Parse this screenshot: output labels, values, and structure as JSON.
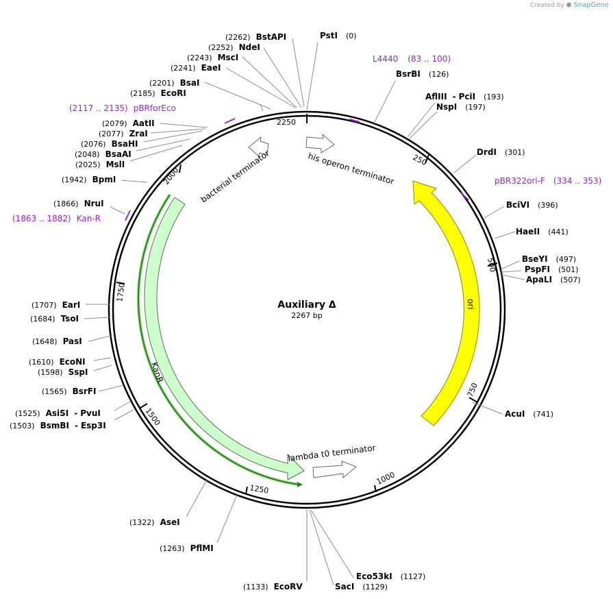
{
  "plasmid": {
    "name": "Auxiliary Δ",
    "length_label": "2267 bp",
    "length": 2267
  },
  "credit": {
    "prefix": "Created by",
    "brand": "SnapGene"
  },
  "ticks": [
    "250",
    "500",
    "750",
    "1000",
    "1250",
    "1500",
    "1750",
    "2000",
    "2250"
  ],
  "sites": [
    {
      "name": "PstI",
      "pos": "(0)",
      "bp": 0
    },
    {
      "name": "BsrBI",
      "pos": "(126)",
      "bp": 126
    },
    {
      "name": "AflIII",
      "extra": "PciI",
      "pos": "(193)",
      "bp": 193
    },
    {
      "name": "NspI",
      "pos": "(197)",
      "bp": 197
    },
    {
      "name": "DrdI",
      "pos": "(301)",
      "bp": 301
    },
    {
      "name": "BciVI",
      "pos": "(396)",
      "bp": 396
    },
    {
      "name": "HaeII",
      "pos": "(441)",
      "bp": 441
    },
    {
      "name": "BseYI",
      "pos": "(497)",
      "bp": 497
    },
    {
      "name": "PspFI",
      "pos": "(501)",
      "bp": 501
    },
    {
      "name": "ApaLI",
      "pos": "(507)",
      "bp": 507
    },
    {
      "name": "AcuI",
      "pos": "(741)",
      "bp": 741
    },
    {
      "name": "Eco53kI",
      "pos": "(1127)",
      "bp": 1127
    },
    {
      "name": "SacI",
      "pos": "(1129)",
      "bp": 1129
    },
    {
      "name": "EcoRV",
      "pos": "(1133)",
      "bp": 1133
    },
    {
      "name": "PflMI",
      "pos": "(1263)",
      "bp": 1263
    },
    {
      "name": "AseI",
      "pos": "(1322)",
      "bp": 1322
    },
    {
      "name": "BsmBI",
      "extra": "Esp3I",
      "pos": "(1503)",
      "bp": 1503
    },
    {
      "name": "AsiSI",
      "extra": "PvuI",
      "pos": "(1525)",
      "bp": 1525
    },
    {
      "name": "BsrFI",
      "pos": "(1565)",
      "bp": 1565
    },
    {
      "name": "SspI",
      "pos": "(1598)",
      "bp": 1598
    },
    {
      "name": "EcoNI",
      "pos": "(1610)",
      "bp": 1610
    },
    {
      "name": "PasI",
      "pos": "(1648)",
      "bp": 1648
    },
    {
      "name": "TsoI",
      "pos": "(1684)",
      "bp": 1684
    },
    {
      "name": "EarI",
      "pos": "(1707)",
      "bp": 1707
    },
    {
      "name": "NruI",
      "pos": "(1866)",
      "bp": 1866
    },
    {
      "name": "BpmI",
      "pos": "(1942)",
      "bp": 1942
    },
    {
      "name": "MslI",
      "pos": "(2025)",
      "bp": 2025
    },
    {
      "name": "BsaAI",
      "pos": "(2048)",
      "bp": 2048
    },
    {
      "name": "BsaHI",
      "pos": "(2076)",
      "bp": 2076
    },
    {
      "name": "ZraI",
      "pos": "(2077)",
      "bp": 2077
    },
    {
      "name": "AatII",
      "pos": "(2079)",
      "bp": 2079
    },
    {
      "name": "EcoRI",
      "pos": "(2185)",
      "bp": 2185
    },
    {
      "name": "BsaI",
      "pos": "(2201)",
      "bp": 2201
    },
    {
      "name": "EaeI",
      "pos": "(2241)",
      "bp": 2241
    },
    {
      "name": "MscI",
      "pos": "(2243)",
      "bp": 2243
    },
    {
      "name": "NdeI",
      "pos": "(2252)",
      "bp": 2252
    },
    {
      "name": "BstAPI",
      "pos": "(2262)",
      "bp": 2262
    }
  ],
  "primers": [
    {
      "name": "L4440",
      "range": "(83 .. 100)",
      "start": 83,
      "end": 100
    },
    {
      "name": "pBR322ori-F",
      "range": "(334 .. 353)",
      "start": 334,
      "end": 353
    },
    {
      "name": "Kan-R",
      "range": "(1863 .. 1882)",
      "start": 1863,
      "end": 1882
    },
    {
      "name": "pBRforEco",
      "range": "(2117 .. 2135)",
      "start": 2117,
      "end": 2135
    }
  ],
  "features": [
    {
      "label": "his operon terminator",
      "color": "#ffffff"
    },
    {
      "label": "ori",
      "color": "#ffff00"
    },
    {
      "label": "lambda t0 terminator",
      "color": "#ffffff"
    },
    {
      "label": "KanR",
      "color": "#ccffcc"
    },
    {
      "label": "bacterial terminator",
      "color": "#ffffff"
    }
  ],
  "colors": {
    "primer": "#a020c8",
    "orf": "#2d7a1a",
    "backbone": "#000000"
  }
}
